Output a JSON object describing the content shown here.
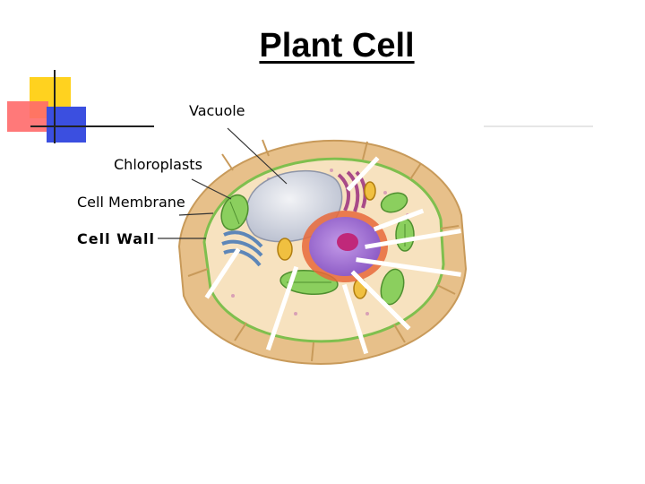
{
  "slide": {
    "title": "Plant Cell",
    "labels": {
      "vacuole": "Vacuole",
      "chloroplasts": "Chloroplasts",
      "cell_membrane": "Cell Membrane",
      "cell_wall": "Cell Wall"
    }
  },
  "colors": {
    "background": "#ffffff",
    "corner_yellow": "#ffd21f",
    "corner_red": "#ff5a5a",
    "corner_blue": "#3b4fe0",
    "cell_wall": "#e7c08a",
    "cytoplasm": "#f6dfb8",
    "vacuole": "#cfd3de",
    "chloroplast": "#8bcf5e",
    "nucleus": "#9a6ad0",
    "nucleus_envelope": "#e8683a",
    "golgi": "#a84a88",
    "er_blue": "#5d86b8"
  }
}
